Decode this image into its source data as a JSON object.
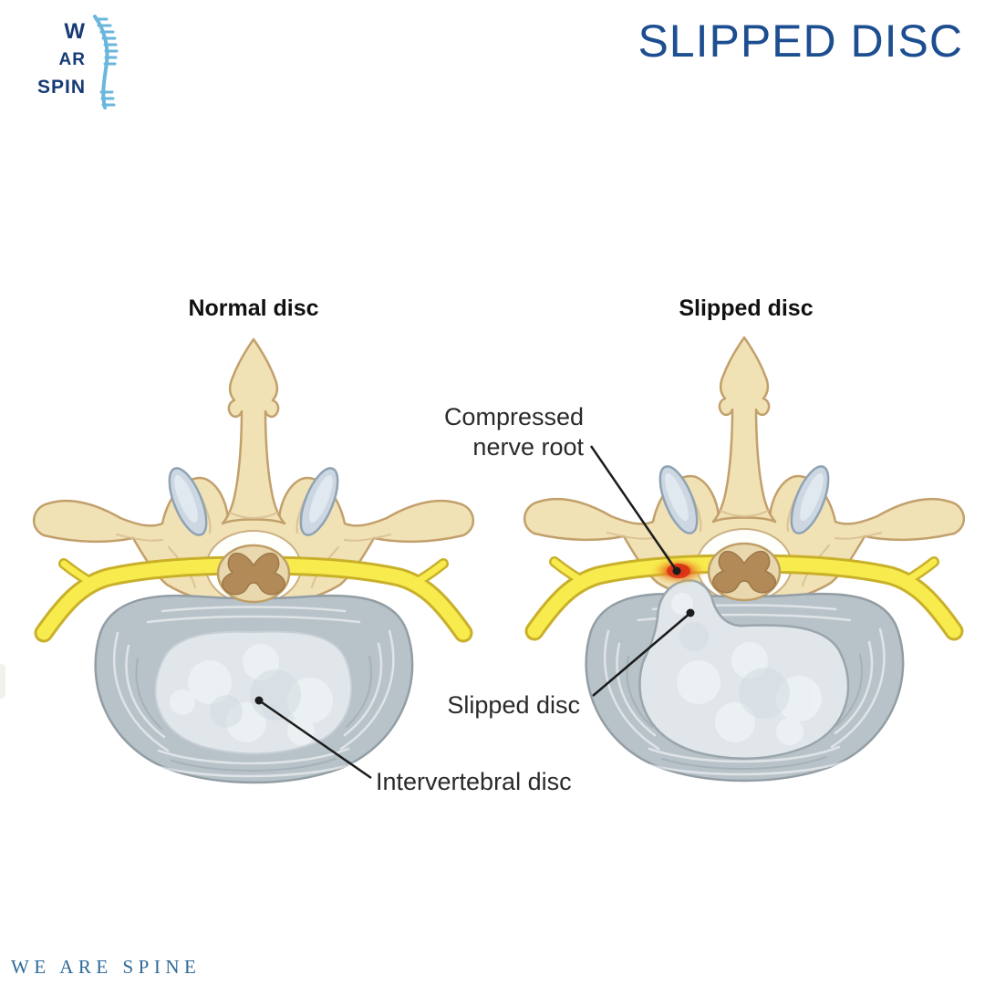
{
  "header": {
    "title": "SLIPPED DISC"
  },
  "logo": {
    "words": [
      "W",
      "AR",
      "SPIN"
    ],
    "icon": "spine-icon",
    "reading": "WE ARE SPINE"
  },
  "panels": [
    {
      "title": "Normal disc"
    },
    {
      "title": "Slipped disc"
    }
  ],
  "annotations": {
    "compressed_nerve_root": [
      "Compressed",
      "nerve root"
    ],
    "slipped_disc": "Slipped disc",
    "intervertebral_disc": "Intervertebral disc"
  },
  "footer": {
    "brand": "WE ARE SPINE"
  },
  "palette": {
    "title_blue": "#1d4e90",
    "logo_navy": "#173a75",
    "spine_blue": "#6ab6dc",
    "footer_blue": "#2e6a99",
    "label_color": "#2a2a2a",
    "bone_fill": "#f1e2b6",
    "bone_outline": "#c2a06b",
    "bone_crease": "#d9bf92",
    "facet_fill": "#ccd7e2",
    "facet_highlight": "#e3ebf2",
    "facet_outline": "#8fa3b3",
    "canal_fill": "#fefefb",
    "cord_fill": "#e9d7ae",
    "cord_outline": "#bf9e66",
    "gray_matter": "#b28a57",
    "nerve_fill": "#f8eb4e",
    "nerve_outline": "#c9b02a",
    "disc_fill": "#b7c2c9",
    "disc_outline": "#929da4",
    "nucleus_fill": "#e0e6ea",
    "nucleus_texture": "#eef2f5",
    "compression_red": "#dd3b20",
    "annotation_line": "#1c1c1c"
  }
}
